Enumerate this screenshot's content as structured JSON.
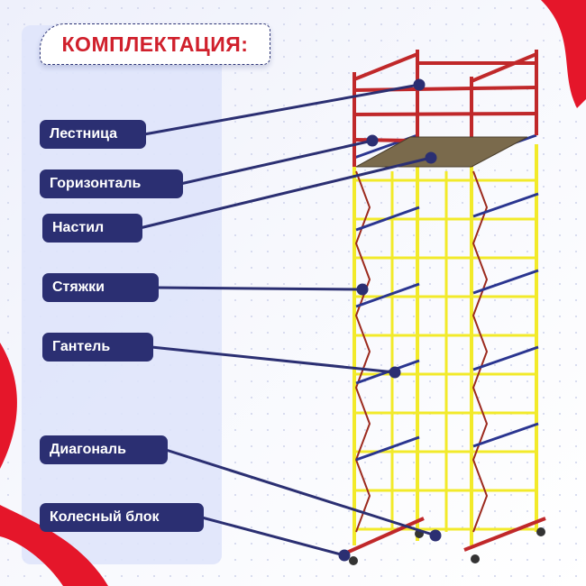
{
  "title": "КОМПЛЕКТАЦИЯ:",
  "components": [
    {
      "label": "Лестница"
    },
    {
      "label": "Горизонталь"
    },
    {
      "label": "Настил"
    },
    {
      "label": "Стяжки"
    },
    {
      "label": "Гантель"
    },
    {
      "label": "Диагональ"
    },
    {
      "label": "Колесный блок"
    }
  ],
  "colors": {
    "accent": "#d0202c",
    "label_bg": "#2b2f72",
    "frame_yellow": "#f2ea2a",
    "frame_red": "#c0282a",
    "brace_blue": "#2a3590"
  }
}
